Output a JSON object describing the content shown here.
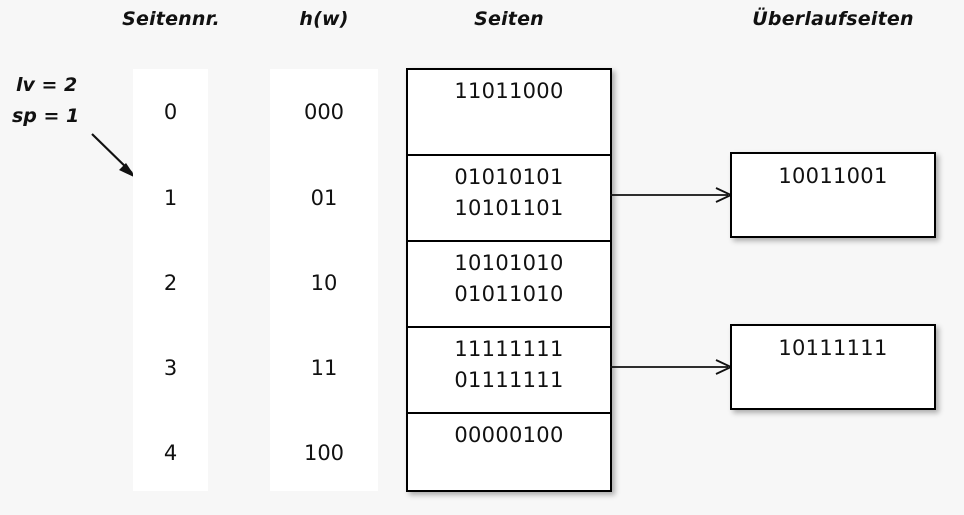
{
  "headers": {
    "page_no": "Seitennr.",
    "hash": "h(w)",
    "pages": "Seiten",
    "overflow_pages": "Überlaufseiten"
  },
  "legend": {
    "lv": "lv = 2",
    "sp": "sp = 1",
    "pointer_icon": "diagonal-arrow-icon"
  },
  "rows": [
    {
      "page_no": "0",
      "hash": "000"
    },
    {
      "page_no": "1",
      "hash": "01"
    },
    {
      "page_no": "2",
      "hash": "10"
    },
    {
      "page_no": "3",
      "hash": "11"
    },
    {
      "page_no": "4",
      "hash": "100"
    }
  ],
  "pages": [
    {
      "entries": [
        "11011000"
      ]
    },
    {
      "entries": [
        "01010101",
        "10101101"
      ]
    },
    {
      "entries": [
        "10101010",
        "01011010"
      ]
    },
    {
      "entries": [
        "11111111",
        "01111111"
      ]
    },
    {
      "entries": [
        "00000100"
      ]
    }
  ],
  "overflow_pages": [
    {
      "entries": [
        "10011001"
      ],
      "from_page": "1"
    },
    {
      "entries": [
        "10111111"
      ],
      "from_page": "3"
    }
  ],
  "colors": {
    "background": "#f7f7f7",
    "surface": "#ffffff",
    "line": "#000000",
    "text": "#111111"
  }
}
